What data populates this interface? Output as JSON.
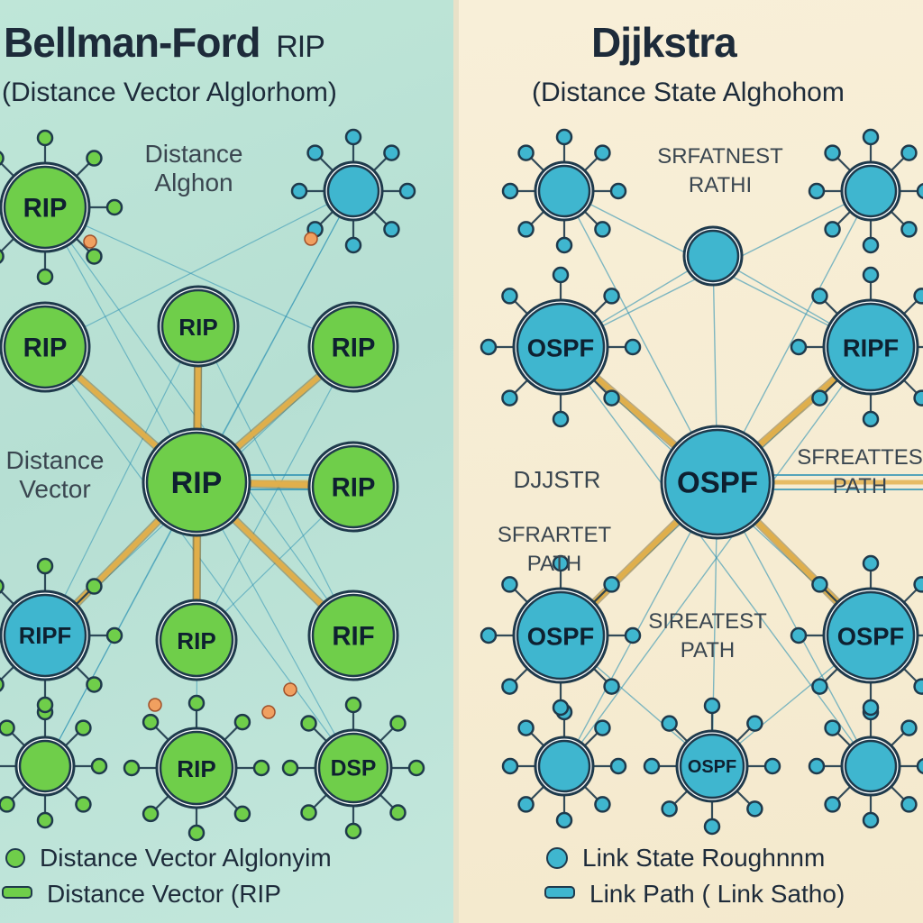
{
  "left": {
    "title_main": "Bellman-Ford",
    "title_suffix": "RIP",
    "subtitle": "(Distance Vector Alglorhom)",
    "label_top": "Distance\nAlghon",
    "label_side": "Distance\nVector",
    "legend": [
      {
        "text": "Distance Vector Alglonyim"
      },
      {
        "text": "Distance Vector (RIP"
      }
    ]
  },
  "right": {
    "title": "Djjkstra",
    "subtitle": "(Distance State Alghohom",
    "label_top": "SRFATNEST\nRATHI",
    "label_left_mid": "DJJSTR",
    "label_left_low": "SFRARTET\nPATH",
    "label_center_low": "SIREATEST\nPATH",
    "label_right_mid": "SFREATTES\nPATH",
    "legend": [
      {
        "text": "Link State Roughnnm"
      },
      {
        "text": "Link Path  ( Link Satho)"
      }
    ]
  },
  "nodes_left": [
    {
      "label": "RIP",
      "kind": "green"
    },
    {
      "label": "",
      "kind": "blue"
    },
    {
      "label": "RIP",
      "kind": "green"
    },
    {
      "label": "RIP",
      "kind": "green"
    },
    {
      "label": "RIP",
      "kind": "green"
    },
    {
      "label": "RIP",
      "kind": "green"
    },
    {
      "label": "RIP",
      "kind": "green"
    },
    {
      "label": "RIPF",
      "kind": "blue"
    },
    {
      "label": "RIP",
      "kind": "green"
    },
    {
      "label": "RIF",
      "kind": "green"
    },
    {
      "label": "",
      "kind": "green"
    },
    {
      "label": "RIP",
      "kind": "green"
    },
    {
      "label": "DSP",
      "kind": "green"
    }
  ],
  "nodes_right": [
    {
      "label": "",
      "kind": "blue"
    },
    {
      "label": "",
      "kind": "blue"
    },
    {
      "label": "OSPF",
      "kind": "blue"
    },
    {
      "label": "RIPF",
      "kind": "blue"
    },
    {
      "label": "OSPF",
      "kind": "blue"
    },
    {
      "label": "OSPF",
      "kind": "blue"
    },
    {
      "label": "OSPF",
      "kind": "blue"
    },
    {
      "label": "",
      "kind": "blue"
    },
    {
      "label": "OSPF",
      "kind": "blue"
    },
    {
      "label": "",
      "kind": "blue"
    },
    {
      "label": "",
      "kind": "blue"
    }
  ],
  "colors": {
    "green": "#6fce4a",
    "blue": "#3fb6cf",
    "ring": "#1f3a4c",
    "gold": "#e3b04a",
    "blueLine": "#2f93b4",
    "orange": "#f0a060"
  }
}
